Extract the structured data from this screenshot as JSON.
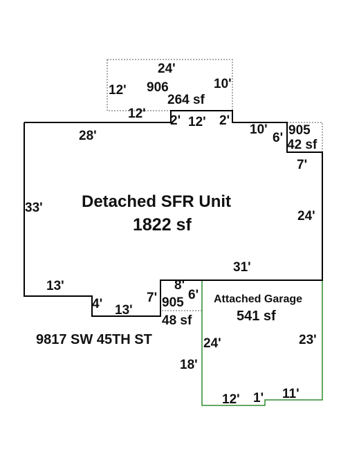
{
  "colors": {
    "main_outline": "#000000",
    "garage_outline": "#2e8b2e",
    "addon_outline": "#555555",
    "text": "#111111",
    "background": "#ffffff"
  },
  "main_unit": {
    "name": "Detached SFR Unit",
    "area": "1822 sf"
  },
  "garage": {
    "name": "Attached Garage",
    "area": "541 sf"
  },
  "addition_top": {
    "code": "906",
    "area": "264 sf"
  },
  "addition_right": {
    "code": "905",
    "area": "42 sf"
  },
  "addition_bottom": {
    "code": "905",
    "area": "48 sf"
  },
  "address": "9817 SW 45TH ST",
  "dims": {
    "top_24": "24'",
    "top_12_left": "12'",
    "top_10_right": "10'",
    "top_12_bottom": "12'",
    "notch_2_left": "2'",
    "notch_12": "12'",
    "notch_2_right": "2'",
    "top_28": "28'",
    "top_10": "10'",
    "right_6": "6'",
    "right_7": "7'",
    "left_33": "33'",
    "right_24": "24'",
    "mid_31": "31'",
    "bottom_13_left": "13'",
    "bottom_4": "4'",
    "bottom_13": "13'",
    "bottom_7": "7'",
    "bottom_8": "8'",
    "bottom_6": "6'",
    "garage_24": "24'",
    "garage_23": "23'",
    "garage_18": "18'",
    "garage_12": "12'",
    "garage_1": "1'",
    "garage_11": "11'"
  }
}
